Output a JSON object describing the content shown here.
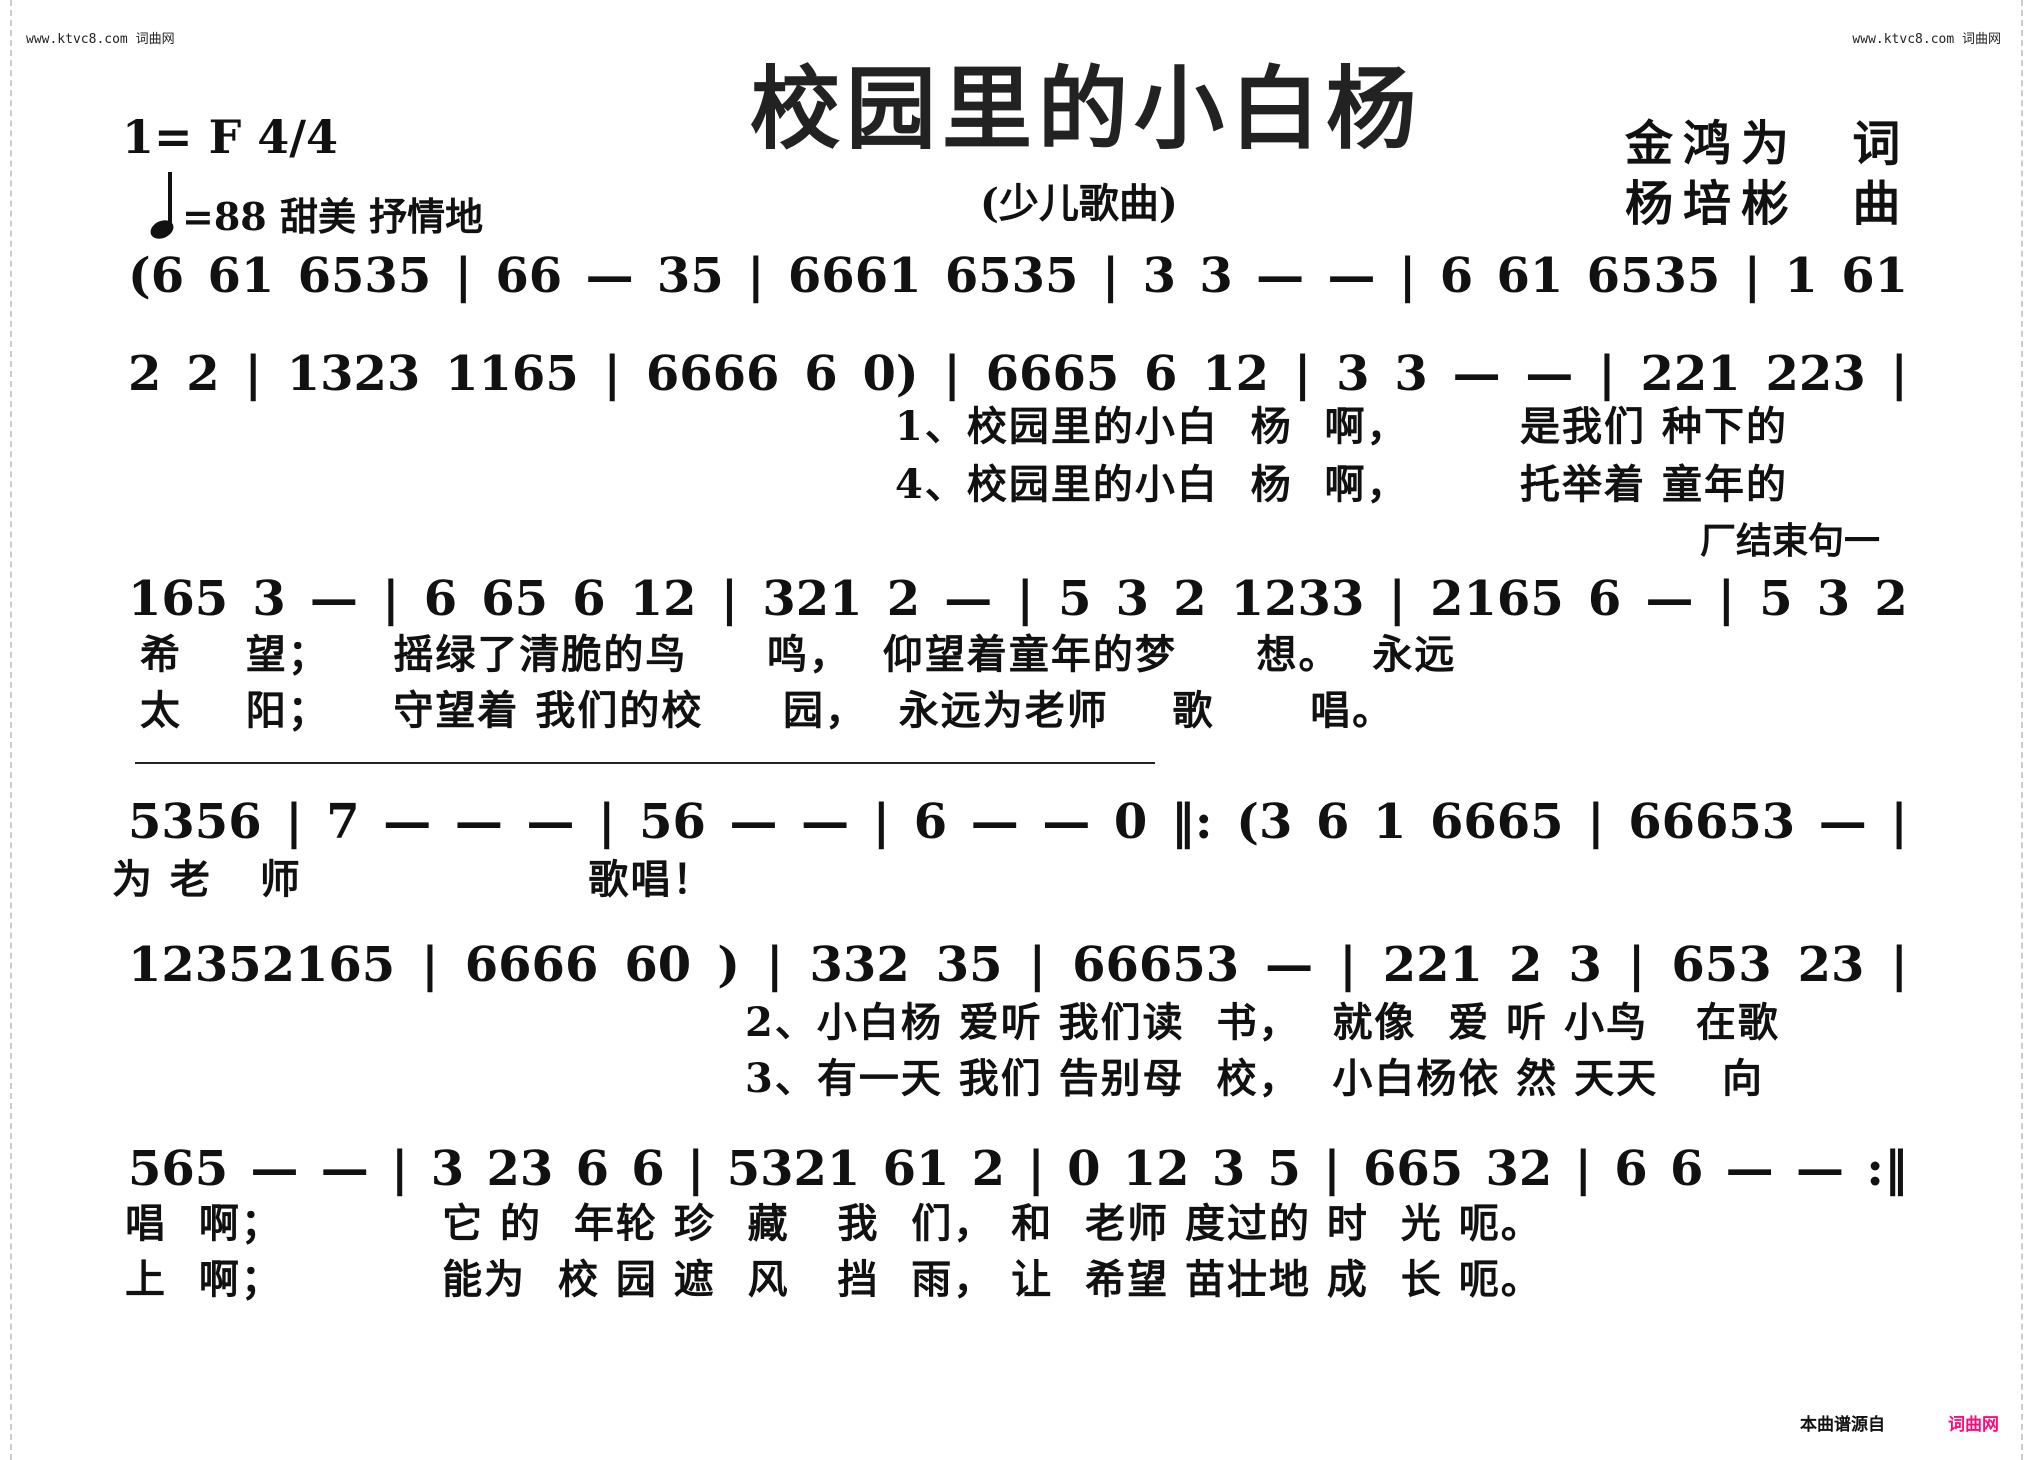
{
  "watermark_left": "www.ktvc8.com 词曲网",
  "watermark_right": "www.ktvc8.com 词曲网",
  "title": "校园里的小白杨",
  "subtitle": "(少儿歌曲)",
  "key": "1= F 4/4",
  "tempo": "=88 甜美 抒情地",
  "lyricist": "金鸿为  词",
  "composer": "杨培彬  曲",
  "ending_label": "厂结束句一",
  "rows": [
    {
      "tokens": [
        "(6",
        "61",
        "6535",
        "|",
        "66",
        "—",
        "35",
        "|",
        "6661",
        "6535",
        "|",
        "3",
        "3",
        "—",
        "—",
        "|",
        "6",
        "61",
        "6535",
        "|",
        "1",
        "61"
      ],
      "lyrics": []
    },
    {
      "tokens": [
        "2",
        "2",
        "|",
        "1323",
        "1165",
        "|",
        "6666",
        "6",
        "0)",
        "|",
        "6665",
        "6",
        "12",
        "|",
        "3",
        "3",
        "—",
        "—",
        "|",
        "221",
        "223",
        "|"
      ],
      "lyrics": [
        "1、校园里的小白  杨  啊，       是我们 种下的",
        "4、校园里的小白  杨  啊，       托举着 童年的"
      ]
    },
    {
      "tokens": [
        "165",
        "3",
        "—",
        "|",
        "6",
        "65",
        "6",
        "12",
        "|",
        "321",
        "2",
        "—",
        "|",
        "5",
        "3",
        "2",
        "1233",
        "|",
        "2165",
        "6",
        "—",
        "|",
        "5",
        "3",
        "2"
      ],
      "lyrics": [
        "希    望；    摇绿了清脆的鸟     鸣，  仰望着童年的梦     想。  永远",
        "太    阳；    守望着 我们的校     园，  永远为老师    歌      唱。"
      ]
    },
    {
      "tokens": [
        "5356",
        "|",
        "7",
        "—",
        "—",
        "—",
        "|",
        "56",
        "—",
        "—",
        "|",
        "6",
        "—",
        "—",
        "0",
        "‖:",
        "(3",
        "6",
        "1",
        "6665",
        "|",
        "66653",
        "—",
        "|"
      ],
      "lyrics": [
        "为 老   师                  歌唱！"
      ]
    },
    {
      "tokens": [
        "12352165",
        "|",
        "6666",
        "60",
        ")",
        "|",
        "332",
        "35",
        "|",
        "66653",
        "—",
        "|",
        "221",
        "2",
        "3",
        "|",
        "653",
        "23",
        "|"
      ],
      "lyrics": [
        "2、小白杨 爱听 我们读  书，  就像  爱 听 小鸟   在歌",
        "3、有一天 我们 告别母  校，  小白杨依 然 天天    向"
      ]
    },
    {
      "tokens": [
        "565",
        "—",
        "—",
        "|",
        "3",
        "23",
        "6",
        "6",
        "|",
        "5321",
        "61",
        "2",
        "|",
        "0",
        "12",
        "3",
        "5",
        "|",
        "665",
        "32",
        "|",
        "6",
        "6",
        "—",
        "—",
        ":‖"
      ],
      "lyrics": [
        "唱  啊；          它 的  年轮 珍  藏   我  们， 和  老师 度过的 时  光 呃。",
        "上  啊；          能为  校 园 遮  风   挡  雨， 让  希望 苗壮地 成  长 呃。"
      ]
    }
  ],
  "footer": {
    "source_label": "本曲谱源自",
    "site": "词曲网",
    "site_color": "#ff0a7a"
  }
}
